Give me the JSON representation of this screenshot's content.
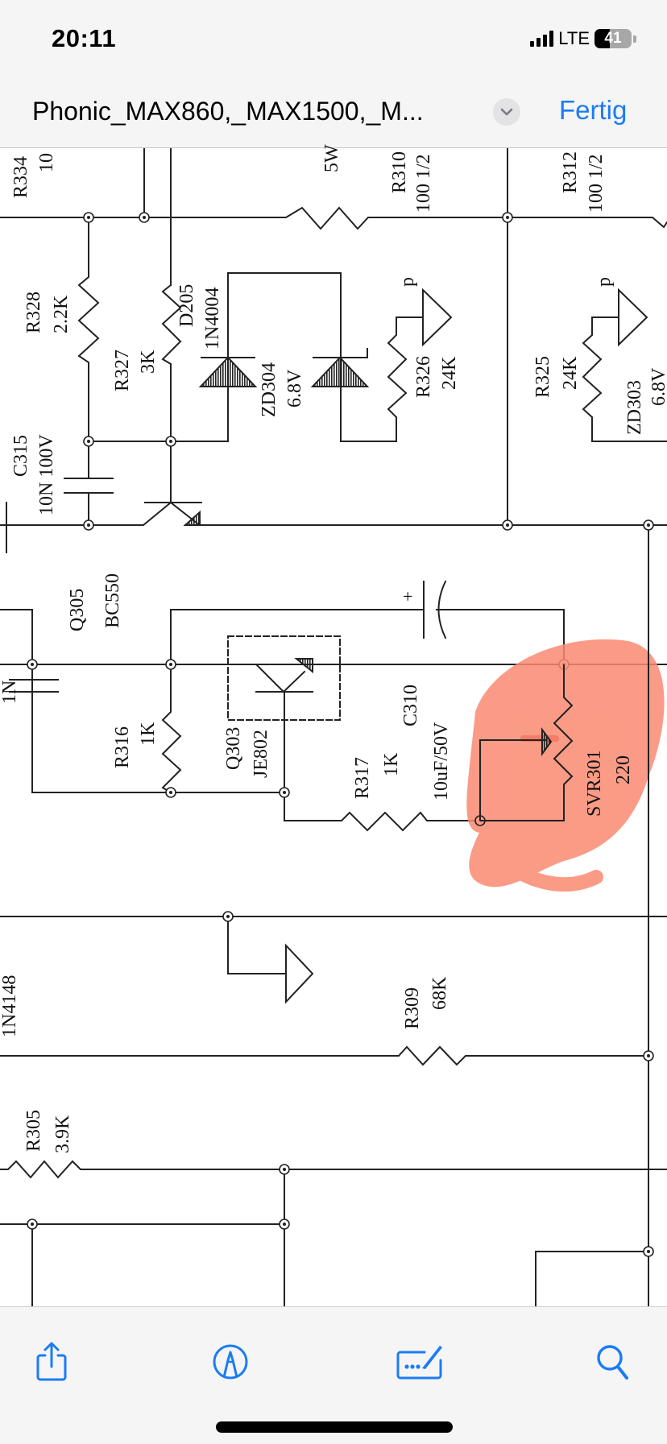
{
  "status_bar": {
    "time": "20:11",
    "network": "LTE",
    "battery_percent": 41,
    "battery_label": "41",
    "signal_bars": 4
  },
  "nav": {
    "title": "Phonic_MAX860,_MAX1500,_M...",
    "title_menu_icon": "chevron-down-icon",
    "done_label": "Fertig",
    "accent_color": "#1a7cf5"
  },
  "schematic": {
    "annotation_color": "#fa8a72",
    "labels": {
      "r334_ref": "R334",
      "r334_val": "10",
      "r5w": "5W",
      "r310_ref": "R310",
      "r310_val": "100 1/2",
      "r312_ref": "R312",
      "r312_val": "100 1/2",
      "r328_ref": "R328",
      "r328_val": "2.2K",
      "r327_ref": "R327",
      "r327_val": "3K",
      "d205_ref": "D205",
      "d205_val": "1N4004",
      "zd304_ref": "ZD304",
      "zd304_val": "6.8V",
      "p1": "p",
      "r326_ref": "R326",
      "r326_val": "24K",
      "r325_ref": "R325",
      "r325_val": "24K",
      "p2": "p",
      "zd303_ref": "ZD303",
      "zd303_val": "6.8V",
      "c315_ref": "C315",
      "c315_val": "10N 100V",
      "q305_ref": "Q305",
      "q305_val": "BC550",
      "r316_ref": "R316",
      "r316_val": "1K",
      "q303_ref": "Q303",
      "q303_val": "JE802",
      "r317_ref": "R317",
      "r317_val": "1K",
      "c310_ref": "C310",
      "c310_val": "10uF/50V",
      "plus": "+",
      "svr301_ref": "SVR301",
      "svr301_val": "220",
      "r309_ref": "R309",
      "r309_val": "68K",
      "r305_ref": "R305",
      "r305_val": "3.9K",
      "left_cut_1": "1N",
      "left_cut_2": "1N4148"
    }
  },
  "toolbar": {
    "items": [
      {
        "name": "share",
        "icon": "share-icon"
      },
      {
        "name": "markup",
        "icon": "markup-pen-icon"
      },
      {
        "name": "signature",
        "icon": "signature-icon"
      },
      {
        "name": "search",
        "icon": "search-icon"
      }
    ]
  }
}
